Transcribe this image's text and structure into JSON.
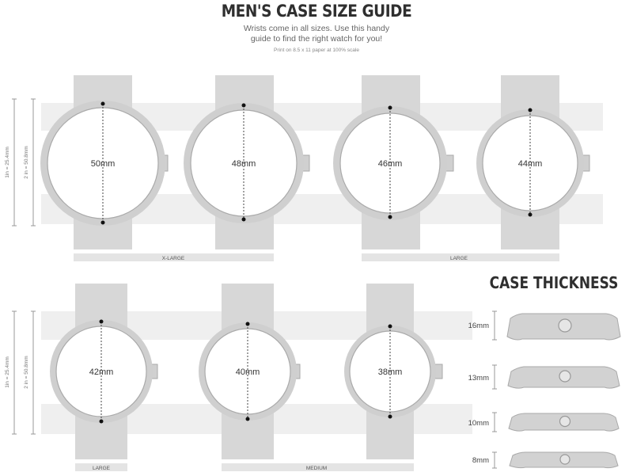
{
  "header": {
    "title": "MEN'S CASE SIZE GUIDE",
    "subtitle_line1": "Wrists come in all sizes. Use this handy",
    "subtitle_line2": "guide to find the right watch for you!",
    "print_note": "Print on 8.5 x 11 paper at 100% scale"
  },
  "scale_labels": {
    "inch": "1in = 25.4mm",
    "two_inch": "2 in = 50.8mm"
  },
  "watches": [
    {
      "label": "50mm"
    },
    {
      "label": "48mm"
    },
    {
      "label": "46mm"
    },
    {
      "label": "44mm"
    },
    {
      "label": "42mm"
    },
    {
      "label": "40mm"
    },
    {
      "label": "38mm"
    }
  ],
  "categories": [
    "X-LARGE",
    "LARGE",
    "LARGE",
    "MEDIUM"
  ],
  "thickness": {
    "title": "CASE THICKNESS",
    "items": [
      {
        "label": "16mm"
      },
      {
        "label": "13mm"
      },
      {
        "label": "10mm"
      },
      {
        "label": "8mm"
      }
    ]
  },
  "colors": {
    "strap": "#d7d7d7",
    "band_bg": "#efefef",
    "case": "#cfcfcf",
    "outline": "#aaaaaa",
    "face": "#ffffff",
    "text": "#333333"
  }
}
